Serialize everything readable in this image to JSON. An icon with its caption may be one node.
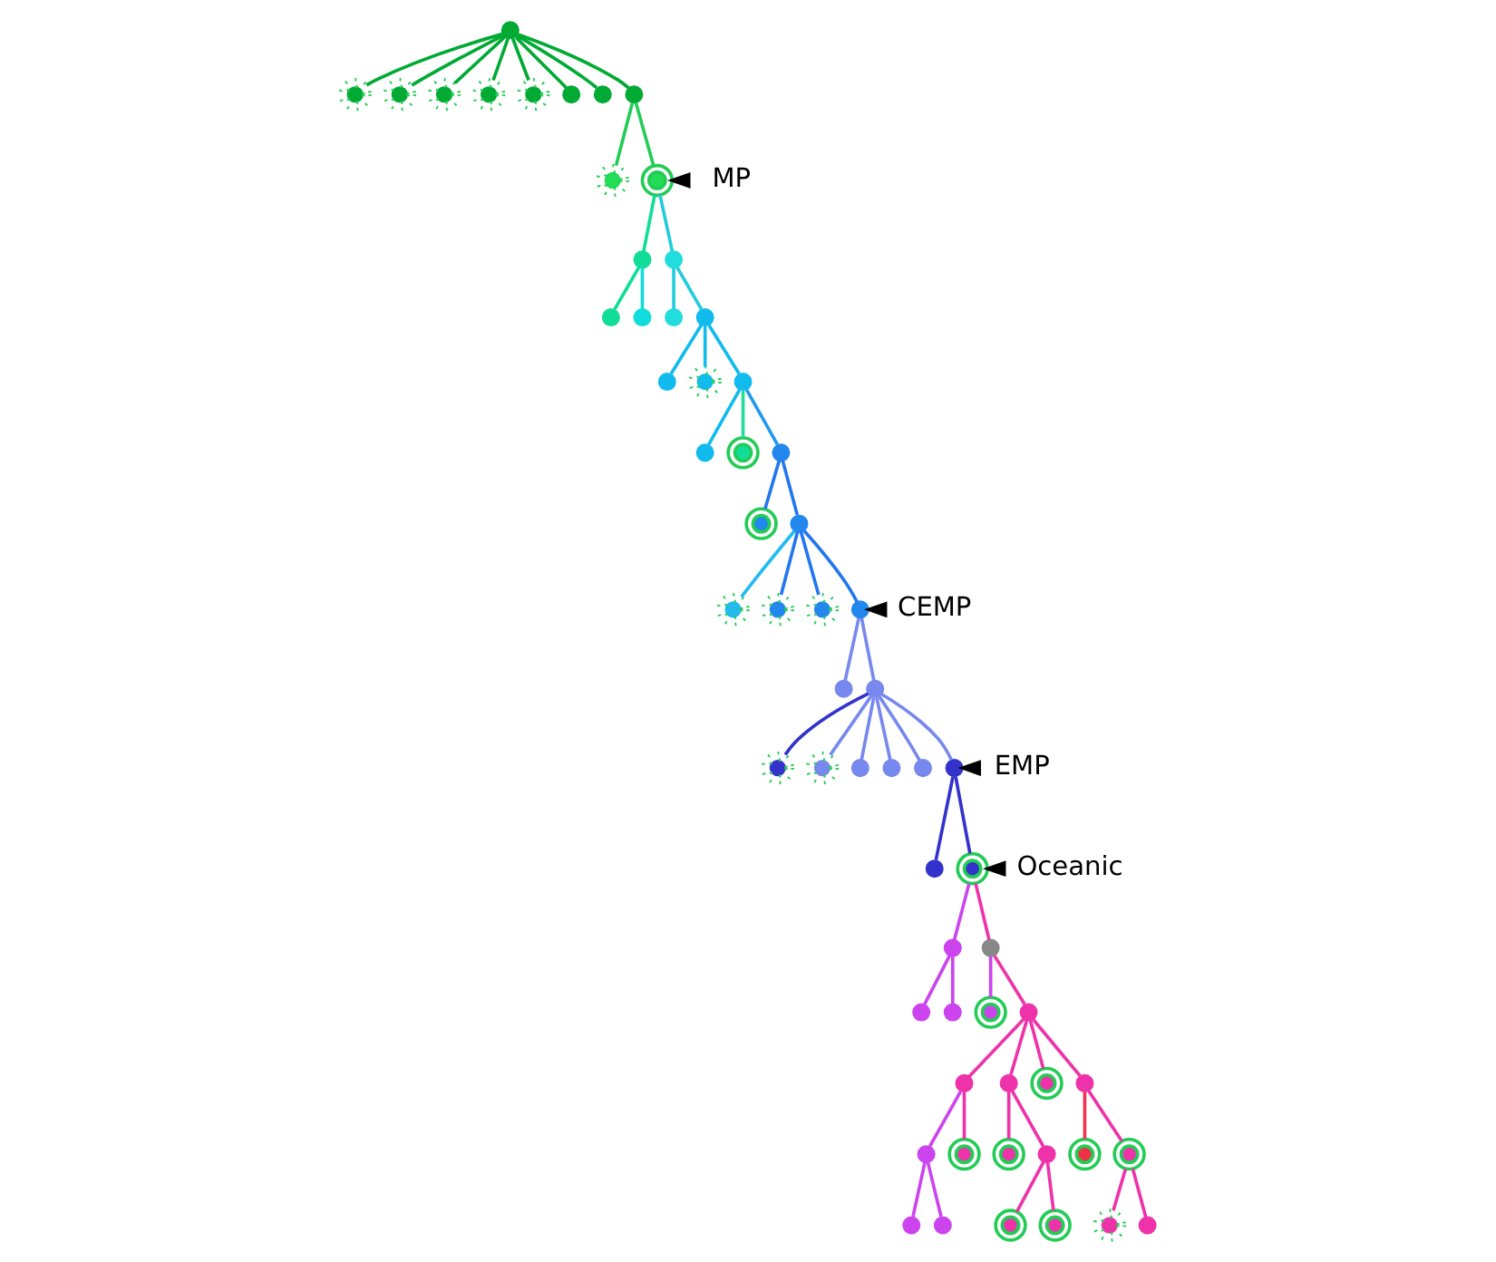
{
  "diagram": {
    "nodes": [
      {
        "text": [],
        "shape": "dot"
      },
      {
        "text": [],
        "shape": "dotted-ring"
      },
      {
        "text": [],
        "shape": "dotted-ring"
      },
      {
        "text": [],
        "shape": "dotted-ring"
      },
      {
        "text": [],
        "shape": "dotted-ring"
      },
      {
        "text": [],
        "shape": "dotted-ring"
      },
      {
        "text": [],
        "shape": "dot"
      },
      {
        "text": [],
        "shape": "dot"
      },
      {
        "text": [],
        "shape": "dot"
      },
      {
        "text": [],
        "shape": "dotted-ring"
      },
      {
        "text": [],
        "shape": "ring"
      },
      {
        "text": [],
        "shape": "dot"
      },
      {
        "text": [],
        "shape": "dot"
      },
      {
        "text": [],
        "shape": "dot"
      },
      {
        "text": [],
        "shape": "dot"
      },
      {
        "text": [],
        "shape": "dot"
      },
      {
        "text": [],
        "shape": "dot"
      },
      {
        "text": [],
        "shape": "dot"
      },
      {
        "text": [],
        "shape": "dotted-ring"
      },
      {
        "text": [],
        "shape": "dot"
      },
      {
        "text": [],
        "shape": "dot"
      },
      {
        "text": [],
        "shape": "ring"
      },
      {
        "text": [],
        "shape": "dot"
      },
      {
        "text": [],
        "shape": "ring"
      },
      {
        "text": [],
        "shape": "dot"
      },
      {
        "text": [],
        "shape": "dotted-ring"
      },
      {
        "text": [],
        "shape": "dotted-ring"
      },
      {
        "text": [],
        "shape": "dotted-ring"
      },
      {
        "text": [],
        "shape": "dot"
      },
      {
        "text": [],
        "shape": "dot"
      },
      {
        "text": [],
        "shape": "dot"
      },
      {
        "text": [],
        "shape": "dotted-ring"
      },
      {
        "text": [],
        "shape": "dotted-ring"
      },
      {
        "text": [],
        "shape": "dot"
      },
      {
        "text": [],
        "shape": "dot"
      },
      {
        "text": [],
        "shape": "dot"
      },
      {
        "text": [],
        "shape": "dot"
      },
      {
        "text": [],
        "shape": "dot"
      },
      {
        "text": [],
        "shape": "ring"
      },
      {
        "text": [],
        "shape": "dot"
      },
      {
        "text": [],
        "shape": "dot"
      },
      {
        "text": [],
        "shape": "dot"
      },
      {
        "text": [],
        "shape": "dot"
      },
      {
        "text": [],
        "shape": "ring"
      },
      {
        "text": [],
        "shape": "dot"
      },
      {
        "text": [],
        "shape": "dot"
      },
      {
        "text": [],
        "shape": "dot"
      },
      {
        "text": [],
        "shape": "ring"
      },
      {
        "text": [],
        "shape": "dot"
      },
      {
        "text": [],
        "shape": "dot"
      },
      {
        "text": [],
        "shape": "ring"
      },
      {
        "text": [],
        "shape": "ring"
      },
      {
        "text": [],
        "shape": "dot"
      },
      {
        "text": [],
        "shape": "ring"
      },
      {
        "text": [],
        "shape": "ring"
      },
      {
        "text": [],
        "shape": "dot"
      },
      {
        "text": [],
        "shape": "dot"
      },
      {
        "text": [],
        "shape": "ring"
      },
      {
        "text": [],
        "shape": "ring"
      },
      {
        "text": [],
        "shape": "dotted-ring"
      },
      {
        "text": [],
        "shape": "dot"
      },
      {
        "text": [
          "MP"
        ]
      },
      {
        "text": [
          "CEMP"
        ]
      },
      {
        "text": [
          "EMP"
        ]
      },
      {
        "text": [
          "Oceanic"
        ]
      }
    ],
    "edges": [
      {
        "from": 0,
        "to": 1,
        "arrow": "none",
        "color": "#00aa33"
      },
      {
        "from": 0,
        "to": 2,
        "arrow": "none",
        "color": "#00aa33"
      },
      {
        "from": 0,
        "to": 3,
        "arrow": "none",
        "color": "#00aa33"
      },
      {
        "from": 0,
        "to": 4,
        "arrow": "none",
        "color": "#00aa33"
      },
      {
        "from": 0,
        "to": 5,
        "arrow": "none",
        "color": "#00aa33"
      },
      {
        "from": 0,
        "to": 6,
        "arrow": "none",
        "color": "#00aa33"
      },
      {
        "from": 0,
        "to": 7,
        "arrow": "none",
        "color": "#00aa33"
      },
      {
        "from": 0,
        "to": 8,
        "arrow": "none",
        "color": "#00aa33"
      },
      {
        "from": 8,
        "to": 9,
        "arrow": "none",
        "color": "#22cc55"
      },
      {
        "from": 8,
        "to": 10,
        "arrow": "none",
        "color": "#22cc55"
      },
      {
        "from": 10,
        "to": 11,
        "arrow": "none",
        "color": "#11dd99"
      },
      {
        "from": 10,
        "to": 12,
        "arrow": "none",
        "color": "#22ccdd"
      },
      {
        "from": 11,
        "to": 13,
        "arrow": "none",
        "color": "#11dd99"
      },
      {
        "from": 11,
        "to": 14,
        "arrow": "none",
        "color": "#11dddd"
      },
      {
        "from": 12,
        "to": 15,
        "arrow": "none",
        "color": "#22ccdd"
      },
      {
        "from": 12,
        "to": 16,
        "arrow": "none",
        "color": "#22ccdd"
      },
      {
        "from": 16,
        "to": 17,
        "arrow": "none",
        "color": "#11bbee"
      },
      {
        "from": 16,
        "to": 18,
        "arrow": "none",
        "color": "#11bbee"
      },
      {
        "from": 16,
        "to": 19,
        "arrow": "none",
        "color": "#11bbee"
      },
      {
        "from": 19,
        "to": 20,
        "arrow": "none",
        "color": "#11bbee"
      },
      {
        "from": 19,
        "to": 21,
        "arrow": "none",
        "color": "#22dd99"
      },
      {
        "from": 19,
        "to": 22,
        "arrow": "none",
        "color": "#2299ee"
      },
      {
        "from": 22,
        "to": 23,
        "arrow": "none",
        "color": "#2277ee"
      },
      {
        "from": 22,
        "to": 24,
        "arrow": "none",
        "color": "#2277ee"
      },
      {
        "from": 24,
        "to": 25,
        "arrow": "none",
        "color": "#22bbee"
      },
      {
        "from": 24,
        "to": 26,
        "arrow": "none",
        "color": "#2277ee"
      },
      {
        "from": 24,
        "to": 27,
        "arrow": "none",
        "color": "#2277ee"
      },
      {
        "from": 24,
        "to": 28,
        "arrow": "none",
        "color": "#2277ee"
      },
      {
        "from": 28,
        "to": 29,
        "arrow": "none",
        "color": "#7788ee"
      },
      {
        "from": 28,
        "to": 30,
        "arrow": "none",
        "color": "#7788ee"
      },
      {
        "from": 30,
        "to": 31,
        "arrow": "none",
        "color": "#3333cc"
      },
      {
        "from": 30,
        "to": 32,
        "arrow": "none",
        "color": "#7788ee"
      },
      {
        "from": 30,
        "to": 33,
        "arrow": "none",
        "color": "#7788ee"
      },
      {
        "from": 30,
        "to": 34,
        "arrow": "none",
        "color": "#7788ee"
      },
      {
        "from": 30,
        "to": 35,
        "arrow": "none",
        "color": "#7788ee"
      },
      {
        "from": 30,
        "to": 36,
        "arrow": "none",
        "color": "#7788ee"
      },
      {
        "from": 36,
        "to": 37,
        "arrow": "none",
        "color": "#3333cc"
      },
      {
        "from": 36,
        "to": 38,
        "arrow": "none",
        "color": "#3333cc"
      },
      {
        "from": 38,
        "to": 39,
        "arrow": "none",
        "color": "#cc44ee"
      },
      {
        "from": 38,
        "to": 40,
        "arrow": "none",
        "color": "#ee33aa"
      },
      {
        "from": 39,
        "to": 41,
        "arrow": "none",
        "color": "#cc44ee"
      },
      {
        "from": 39,
        "to": 42,
        "arrow": "none",
        "color": "#cc44ee"
      },
      {
        "from": 40,
        "to": 43,
        "arrow": "none",
        "color": "#cc44ee"
      },
      {
        "from": 40,
        "to": 44,
        "arrow": "none",
        "color": "#ee33aa"
      },
      {
        "from": 44,
        "to": 45,
        "arrow": "none",
        "color": "#ee33aa"
      },
      {
        "from": 44,
        "to": 46,
        "arrow": "none",
        "color": "#ee33aa"
      },
      {
        "from": 44,
        "to": 47,
        "arrow": "none",
        "color": "#ee33aa"
      },
      {
        "from": 44,
        "to": 48,
        "arrow": "none",
        "color": "#ee33aa"
      },
      {
        "from": 45,
        "to": 49,
        "arrow": "none",
        "color": "#cc44ee"
      },
      {
        "from": 45,
        "to": 50,
        "arrow": "none",
        "color": "#ee33aa"
      },
      {
        "from": 46,
        "to": 51,
        "arrow": "none",
        "color": "#ee33aa"
      },
      {
        "from": 46,
        "to": 52,
        "arrow": "none",
        "color": "#ee33aa"
      },
      {
        "from": 48,
        "to": 53,
        "arrow": "none",
        "color": "#ee3355"
      },
      {
        "from": 48,
        "to": 54,
        "arrow": "none",
        "color": "#ee33aa"
      },
      {
        "from": 49,
        "to": 55,
        "arrow": "none",
        "color": "#cc44ee"
      },
      {
        "from": 49,
        "to": 56,
        "arrow": "none",
        "color": "#cc44ee"
      },
      {
        "from": 52,
        "to": 57,
        "arrow": "none",
        "color": "#ee33aa"
      },
      {
        "from": 52,
        "to": 58,
        "arrow": "none",
        "color": "#ee33aa"
      },
      {
        "from": 54,
        "to": 59,
        "arrow": "none",
        "color": "#ee33aa"
      },
      {
        "from": 54,
        "to": 60,
        "arrow": "none",
        "color": "#ee33aa"
      },
      {
        "from": 61,
        "to": 10,
        "arrow": "to",
        "color": "#000000"
      },
      {
        "from": 62,
        "to": 28,
        "arrow": "to",
        "color": "#000000"
      },
      {
        "from": 63,
        "to": 36,
        "arrow": "to",
        "color": "#000000"
      },
      {
        "from": 64,
        "to": 38,
        "arrow": "to",
        "color": "#000000"
      }
    ]
  }
}
